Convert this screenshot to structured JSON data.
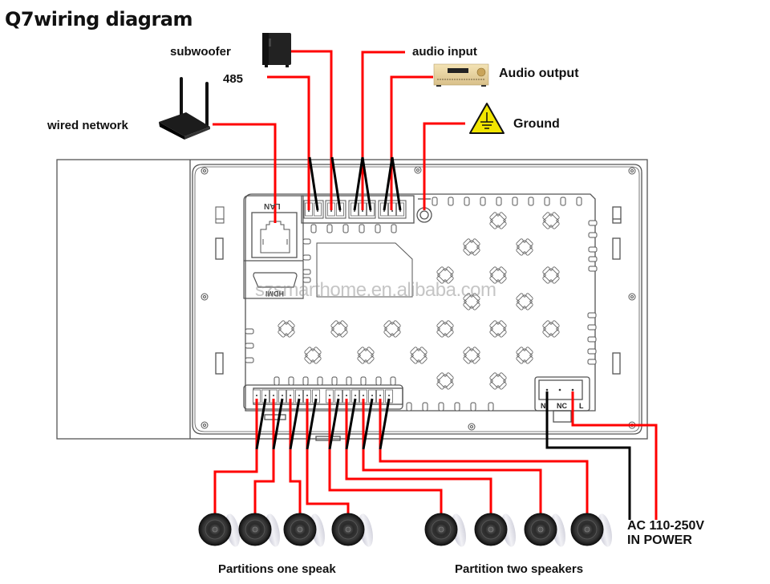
{
  "title": "Q7wiring diagram",
  "labels": {
    "subwoofer": "subwoofer",
    "rs485": "485",
    "wired_network": "wired network",
    "audio_input": "audio input",
    "audio_output": "Audio output",
    "ground": "Ground",
    "power_line1": "AC 110-250V",
    "power_line2": "IN POWER",
    "partition_one": "Partitions one speak",
    "partition_two": "Partition two speakers"
  },
  "device": {
    "lan_port_label": "LAN",
    "hdmi_label": "HDMI",
    "power_terminals": [
      "N",
      "NC",
      "L"
    ],
    "top_terminal_groups": [
      {
        "name": "485",
        "pins": 2
      },
      {
        "name": "subwoofer",
        "pins": 2
      },
      {
        "name": "audio input",
        "pins": 3
      },
      {
        "name": "audio output",
        "pins": 3
      }
    ],
    "speaker_terminal_pins": 16
  },
  "watermark": "szsmarthome.en.alibaba.com",
  "speakers": {
    "partition_one_count": 4,
    "partition_two_count": 4
  },
  "colors": {
    "wire_positive": "#ff0000",
    "wire_negative": "#000000",
    "outline": "#555555",
    "ground_sign": "#f2e600"
  },
  "icons": {
    "router": "router-icon",
    "subwoofer": "subwoofer-icon",
    "amplifier": "amplifier-icon",
    "ground": "ground-warning-icon",
    "speaker": "ceiling-speaker-icon"
  }
}
